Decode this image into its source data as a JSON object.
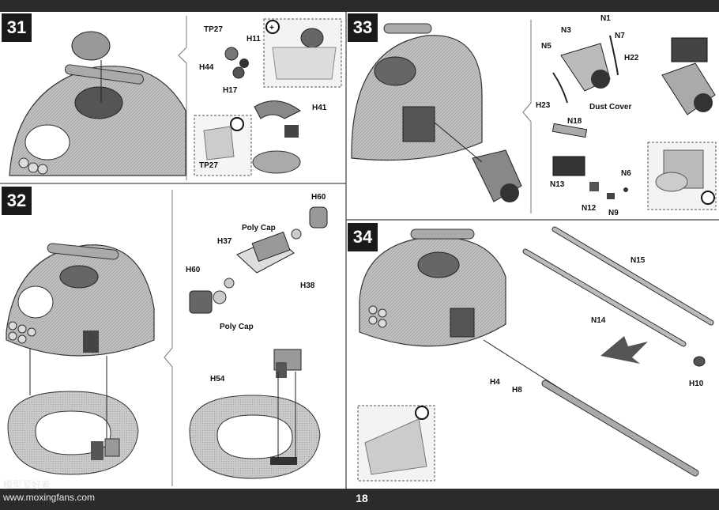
{
  "page_number": "18",
  "watermark": {
    "cn": "模型爱好者",
    "url": "www.moxingfans.com"
  },
  "steps": [
    {
      "id": "31",
      "labels": [
        "TP27",
        "H11",
        "H44",
        "H17",
        "H41",
        "TP27"
      ]
    },
    {
      "id": "32",
      "labels": [
        "H60",
        "Poly Cap",
        "H37",
        "H60",
        "H38",
        "Poly Cap",
        "H54"
      ]
    },
    {
      "id": "33",
      "labels": [
        "N1",
        "N3",
        "N7",
        "N5",
        "H22",
        "H23",
        "Dust Cover",
        "N18",
        "N13",
        "N6",
        "N12",
        "N9"
      ]
    },
    {
      "id": "34",
      "labels": [
        "N15",
        "N14",
        "H4",
        "H8",
        "H10"
      ]
    }
  ]
}
